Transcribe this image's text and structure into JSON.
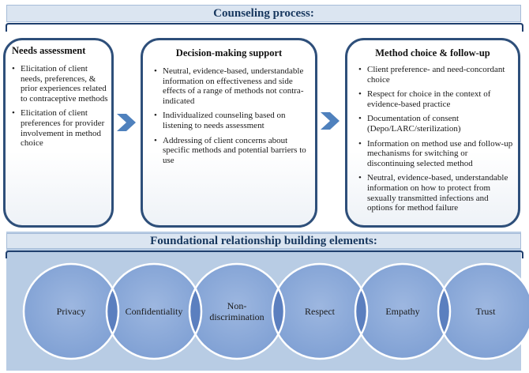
{
  "header": {
    "title": "Counseling process:"
  },
  "boxes": {
    "needs": {
      "title": "Needs assessment",
      "items": [
        "Elicitation of client needs, preferences, & prior experiences related to contraceptive methods",
        "Elicitation of client preferences for provider involvement in method choice"
      ]
    },
    "decision": {
      "title": "Decision-making support",
      "items": [
        "Neutral, evidence-based, understandable information on effectiveness and side effects of a range of methods not contra-indicated",
        "Individualized counseling based on listening to needs assessment",
        "Addressing of client concerns about specific methods and potential barriers to use"
      ]
    },
    "method": {
      "title": "Method choice & follow-up",
      "items": [
        "Client preference- and need-concordant choice",
        "Respect for choice in the context of evidence-based practice",
        "Documentation of consent (Depo/LARC/sterilization)",
        "Information on method use and follow-up mechanisms for switching or discontinuing selected method",
        "Neutral, evidence-based, understandable information on how to protect from sexually transmitted infections and options for method failure"
      ]
    }
  },
  "foundation": {
    "title": "Foundational relationship building elements:",
    "elements": [
      "Privacy",
      "Confidentiality",
      "Non-discrimination",
      "Respect",
      "Empathy",
      "Trust"
    ]
  },
  "colors": {
    "header_fill": "#dbe5f1",
    "header_text": "#17375e",
    "box_border": "#2e4f7a",
    "chevron": "#4f81bd",
    "foundation_bg": "#b8cce4",
    "circle_fill": "#8eaadb",
    "circle_stroke": "#ffffff",
    "overlap_fill": "#5b7fbf"
  }
}
